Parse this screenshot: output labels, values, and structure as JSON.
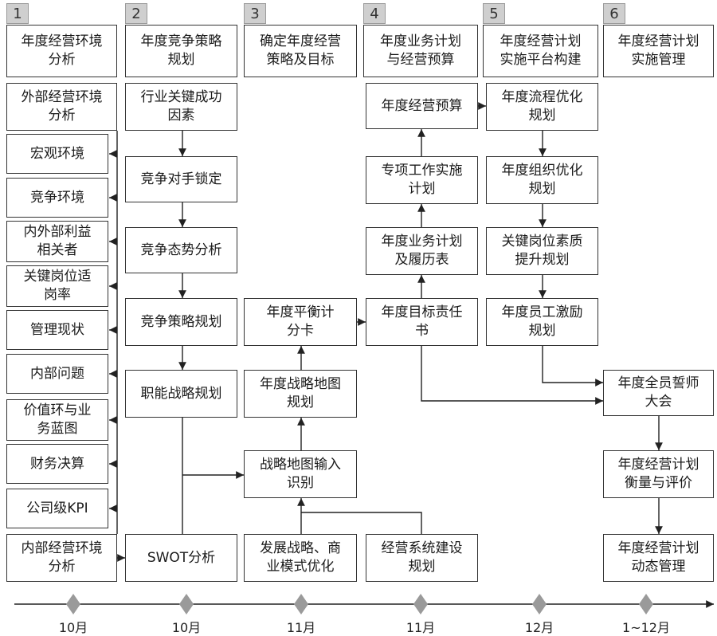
{
  "columns": [
    {
      "num": "1",
      "header": "年度经营环境\n分析"
    },
    {
      "num": "2",
      "header": "年度竞争策略\n规划"
    },
    {
      "num": "3",
      "header": "确定年度经营\n策略及目标"
    },
    {
      "num": "4",
      "header": "年度业务计划\n与经营预算"
    },
    {
      "num": "5",
      "header": "年度经营计划\n实施平台构建"
    },
    {
      "num": "6",
      "header": "年度经营计划\n实施管理"
    }
  ],
  "col1": {
    "external": "外部经营环境\n分析",
    "items": [
      "宏观环境",
      "竞争环境",
      "内外部利益\n相关者",
      "关键岗位适\n岗率",
      "管理现状",
      "内部问题",
      "价值环与业\n务蓝图",
      "财务决算",
      "公司级KPI"
    ],
    "internal": "内部经营环境\n分析"
  },
  "col2": {
    "items": [
      "行业关键成功\n因素",
      "竞争对手锁定",
      "竞争态势分析",
      "竞争策略规划",
      "职能战略规划"
    ],
    "swot": "SWOT分析"
  },
  "col3": {
    "balanced_scorecard": "年度平衡计\n分卡",
    "strategy_map": "年度战略地图\n规划",
    "map_input": "战略地图输入\n识别",
    "dev_strategy": "发展战略、商\n业模式优化"
  },
  "col4": {
    "budget": "年度经营预算",
    "special_plan": "专项工作实施\n计划",
    "business_plan": "年度业务计划\n及履历表",
    "target_letter": "年度目标责任\n书",
    "system_plan": "经营系统建设\n规划"
  },
  "col5": {
    "process": "年度流程优化\n规划",
    "org": "年度组织优化\n规划",
    "key_post": "关键岗位素质\n提升规划",
    "incentive": "年度员工激励\n规划"
  },
  "col6": {
    "oath": "年度全员誓师\n大会",
    "evaluate": "年度经营计划\n衡量与评价",
    "dynamic": "年度经营计划\n动态管理"
  },
  "timeline": [
    "10月",
    "10月",
    "11月",
    "11月",
    "12月",
    "1~12月"
  ]
}
